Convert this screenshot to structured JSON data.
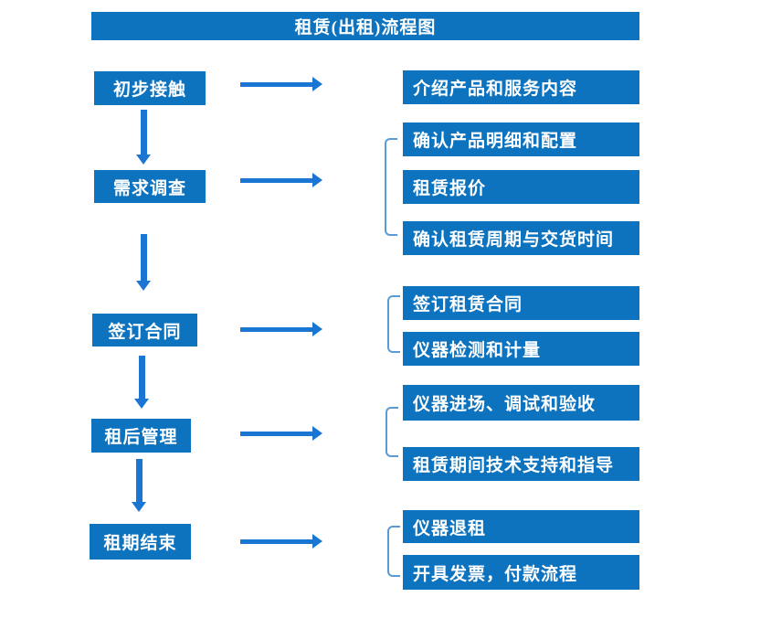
{
  "title": "租赁(出租)流程图",
  "colors": {
    "box": "#0E73BE",
    "arrow": "#1A76D2",
    "bracket": "#5B9BD5",
    "text_on_box": "#FFFFFF",
    "background": "#FFFFFF"
  },
  "steps": [
    {
      "label": "初步接触",
      "details": [
        "介绍产品和服务内容"
      ]
    },
    {
      "label": "需求调查",
      "details": [
        "确认产品明细和配置",
        "租赁报价",
        "确认租赁周期与交货时间"
      ]
    },
    {
      "label": "签订合同",
      "details": [
        "签订租赁合同",
        "仪器检测和计量"
      ]
    },
    {
      "label": "租后管理",
      "details": [
        "仪器进场、调试和验收",
        "租赁期间技术支持和指导"
      ]
    },
    {
      "label": "租期结束",
      "details": [
        "仪器退租",
        "开具发票，付款流程"
      ]
    }
  ]
}
